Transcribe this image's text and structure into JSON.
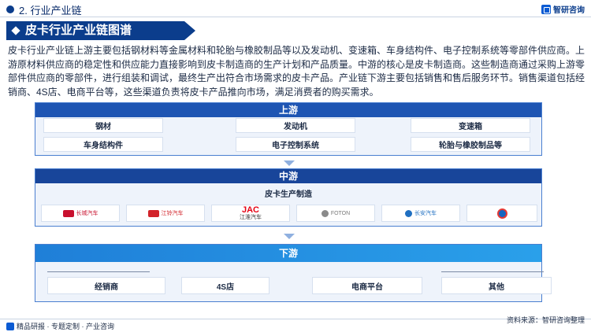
{
  "header": {
    "section_title": "2. 行业产业链",
    "brand_name": "智研咨询"
  },
  "banner": {
    "title": "皮卡行业产业链图谱"
  },
  "intro": "皮卡行业产业链上游主要包括钢材料等金属材料和轮胎与橡胶制品等以及发动机、变速箱、车身结构件、电子控制系统等零部件供应商。上游原材料供应商的稳定性和供应能力直接影响到皮卡制造商的生产计划和产品质量。中游的核心是皮卡制造商。这些制造商通过采购上游零部件供应商的零部件，进行组装和调试，最终生产出符合市场需求的皮卡产品。产业链下游主要包括销售和售后服务环节。销售渠道包括经销商、4S店、电商平台等，这些渠道负责将皮卡产品推向市场，满足消费者的购买需求。",
  "upstream": {
    "label": "上游",
    "items": [
      "钢材",
      "发动机",
      "变速箱",
      "车身结构件",
      "电子控制系统",
      "轮胎与橡胶制品等"
    ]
  },
  "midstream": {
    "label": "中游",
    "sub_label": "皮卡生产制造",
    "logos": [
      {
        "text": "长城汽车",
        "color": "#c8102e"
      },
      {
        "text": "江铃汽车",
        "color": "#d2232a"
      },
      {
        "text": "江淮汽车",
        "color": "#e60012"
      },
      {
        "text": "FOTON",
        "color": "#7a7a7a"
      },
      {
        "text": "长安汽车",
        "color": "#1f6fc1"
      },
      {
        "text": "",
        "color": "#1565c0"
      }
    ]
  },
  "downstream": {
    "label": "下游",
    "items": [
      "经销商",
      "4S店",
      "电商平台",
      "其他"
    ]
  },
  "footer": {
    "left": "精品研报 · 专题定制 · 产业咨询",
    "source": "资料来源：智研咨询整理"
  }
}
